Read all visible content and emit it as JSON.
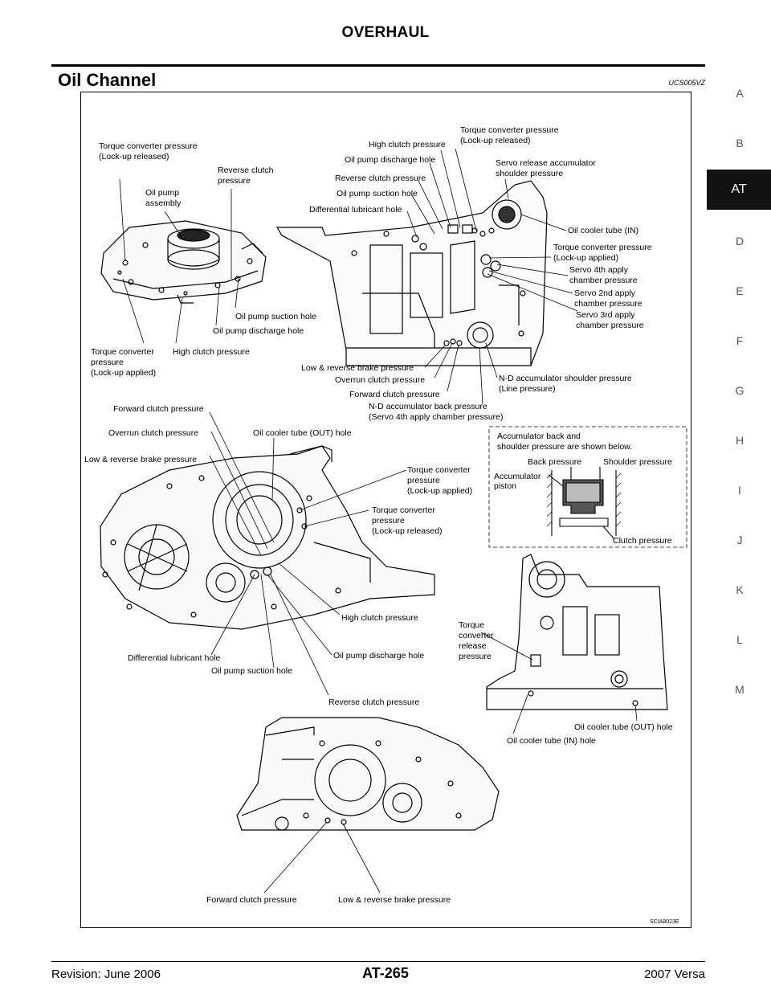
{
  "header": {
    "title": "OVERHAUL"
  },
  "section": {
    "title": "Oil Channel",
    "code": "UCS005VZ"
  },
  "sidebar": {
    "items": [
      "A",
      "B",
      "AT",
      "D",
      "E",
      "F",
      "G",
      "H",
      "I",
      "J",
      "K",
      "L",
      "M"
    ],
    "active": "AT"
  },
  "figure": {
    "id_code": "SCIA8023E",
    "pump": {
      "labels": [
        [
          "Torque converter pressure",
          "(Lock-up released)"
        ],
        [
          "Reverse clutch",
          "pressure"
        ],
        [
          "Oil pump",
          "assembly"
        ],
        [
          "Oil pump suction hole"
        ],
        [
          "Oil pump discharge hole"
        ],
        [
          "Torque converter",
          "pressure",
          "(Lock-up applied)"
        ],
        [
          "High clutch pressure"
        ]
      ]
    },
    "case_right": {
      "labels": [
        [
          "High clutch pressure"
        ],
        [
          "Torque converter pressure",
          "(Lock-up released)"
        ],
        [
          "Oil pump discharge hole"
        ],
        [
          "Servo release accumulator",
          "shoulder pressure"
        ],
        [
          "Reverse clutch pressure"
        ],
        [
          "Oil pump suction hole"
        ],
        [
          "Differential lubricant hole"
        ],
        [
          "Oil cooler tube (IN)"
        ],
        [
          "Torque converter pressure",
          "(Lock-up applied)"
        ],
        [
          "Servo 4th apply",
          "chamber pressure"
        ],
        [
          "Servo 2nd apply",
          "chamber pressure"
        ],
        [
          "Servo 3rd apply",
          "chamber pressure"
        ],
        [
          "Low & reverse brake pressure"
        ],
        [
          "Overrun clutch pressure"
        ],
        [
          "Forward clutch pressure"
        ],
        [
          "N-D accumulator shoulder pressure",
          "(Line pressure)"
        ],
        [
          "N-D accumulator back pressure",
          "(Servo 4th apply chamber pressure)"
        ]
      ]
    },
    "case_left": {
      "labels": [
        [
          "Forward clutch pressure"
        ],
        [
          "Overrun clutch pressure"
        ],
        [
          "Oil cooler tube (OUT) hole"
        ],
        [
          "Low & reverse brake pressure"
        ],
        [
          "Torque converter",
          "pressure",
          "(Lock-up applied)"
        ],
        [
          "Torque converter",
          "pressure",
          "(Lock-up released)"
        ],
        [
          "High clutch pressure"
        ],
        [
          "Differential lubricant hole"
        ],
        [
          "Oil pump discharge hole"
        ],
        [
          "Oil pump suction hole"
        ],
        [
          "Reverse clutch pressure"
        ]
      ]
    },
    "accumulator": {
      "title": [
        "Accumulator back and",
        "shoulder pressure are shown below."
      ],
      "back": "Back pressure",
      "shoulder": "Shoulder pressure",
      "piston": [
        "Accumulator",
        "piston"
      ],
      "clutch": "Clutch pressure"
    },
    "side_case": {
      "labels": [
        [
          "Torque",
          "converter",
          "release",
          "pressure"
        ],
        [
          "Oil cooler tube (OUT) hole"
        ],
        [
          "Oil cooler tube (IN) hole"
        ]
      ]
    },
    "bottom_case": {
      "labels": [
        [
          "Forward clutch pressure"
        ],
        [
          "Low & reverse brake pressure"
        ]
      ]
    }
  },
  "footer": {
    "revision": "Revision: June 2006",
    "page": "AT-265",
    "model": "2007 Versa"
  }
}
